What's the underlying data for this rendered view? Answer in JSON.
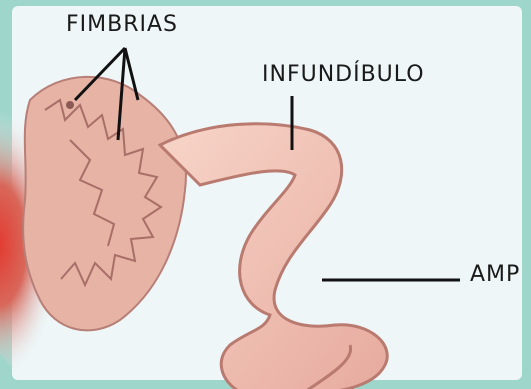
{
  "labels": {
    "fimbrias": "FIMBRIAS",
    "infundibulo": "INFUNDÍBULO",
    "ampola": "AMP"
  },
  "colors": {
    "background": "#e8f3f5",
    "border": "#9fd6cc",
    "tube": "#f3c7b9",
    "tube_dark": "#c07a72",
    "fimbria": "#e7b5a7",
    "ovary_red": "#d9443b"
  }
}
